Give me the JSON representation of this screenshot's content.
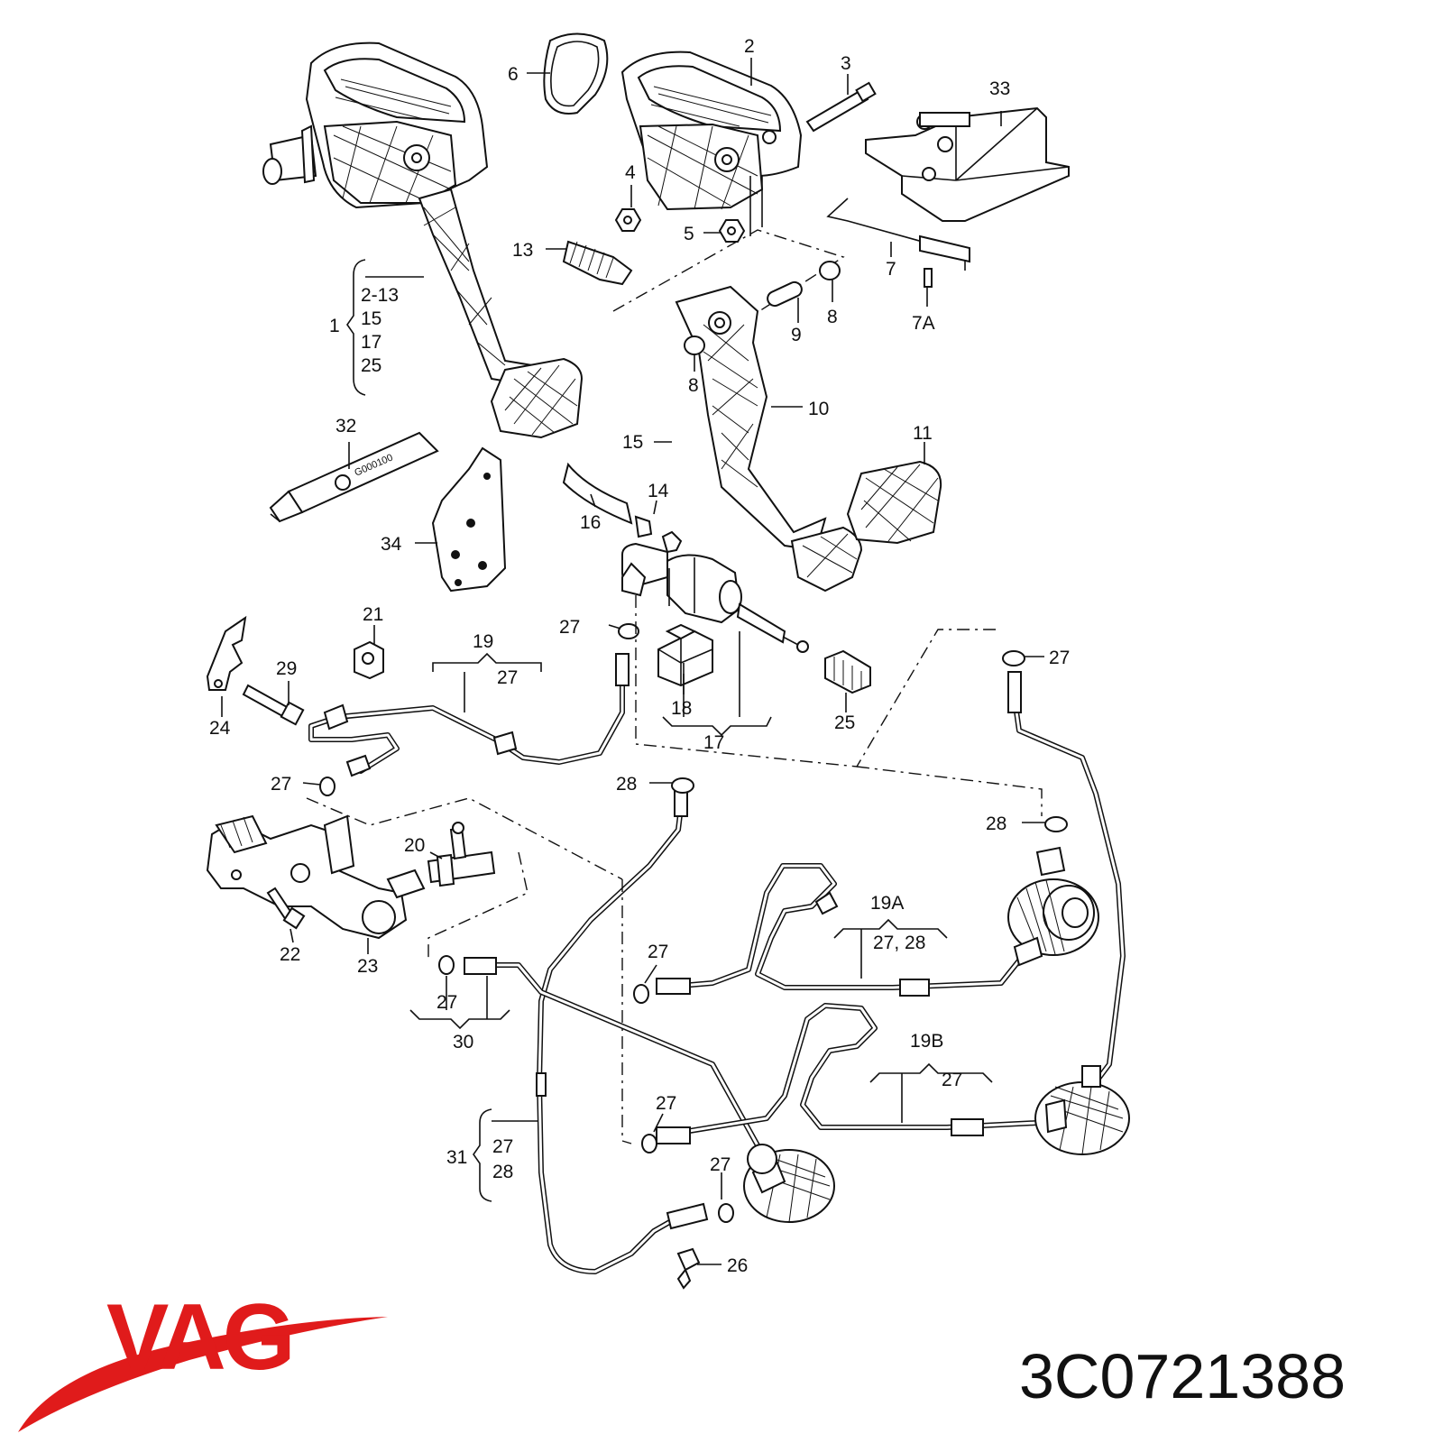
{
  "callouts": {
    "c2": "2",
    "c3": "3",
    "c4": "4",
    "c5": "5",
    "c6": "6",
    "c7": "7",
    "c7a": "7A",
    "c8a": "8",
    "c8b": "8",
    "c9": "9",
    "c10": "10",
    "c11": "11",
    "c13": "13",
    "c14": "14",
    "c15": "15",
    "c16": "16",
    "c17": "17",
    "c18": "18",
    "c19": "19",
    "c19a": "19A",
    "c19b": "19B",
    "c20": "20",
    "c21": "21",
    "c22": "22",
    "c23": "23",
    "c24": "24",
    "c25": "25",
    "c26": "26",
    "c27": "27",
    "c28": "28",
    "c29": "29",
    "c30": "30",
    "c31": "31",
    "c32": "32",
    "c33": "33",
    "c34": "34",
    "c1": "1",
    "c1_sub1": "2-13",
    "c1_sub2": "15",
    "c1_sub3": "17",
    "c1_sub4": "25",
    "c19_sub": "27",
    "c19a_sub": "27, 28",
    "c19b_sub": "27",
    "c30_sub": "27",
    "c31_sub1": "27",
    "c31_sub2": "28",
    "c27_a": "27",
    "c27_b": "27",
    "c27_c": "27",
    "c27_d": "27",
    "c27_e": "27",
    "c27_f": "27",
    "c28_a": "28",
    "c28_b": "28"
  },
  "tube_marking": "G000100",
  "brand": {
    "logo_text": "VAG",
    "logo_color": "#e01b1b",
    "part_number": "3C0721388"
  }
}
